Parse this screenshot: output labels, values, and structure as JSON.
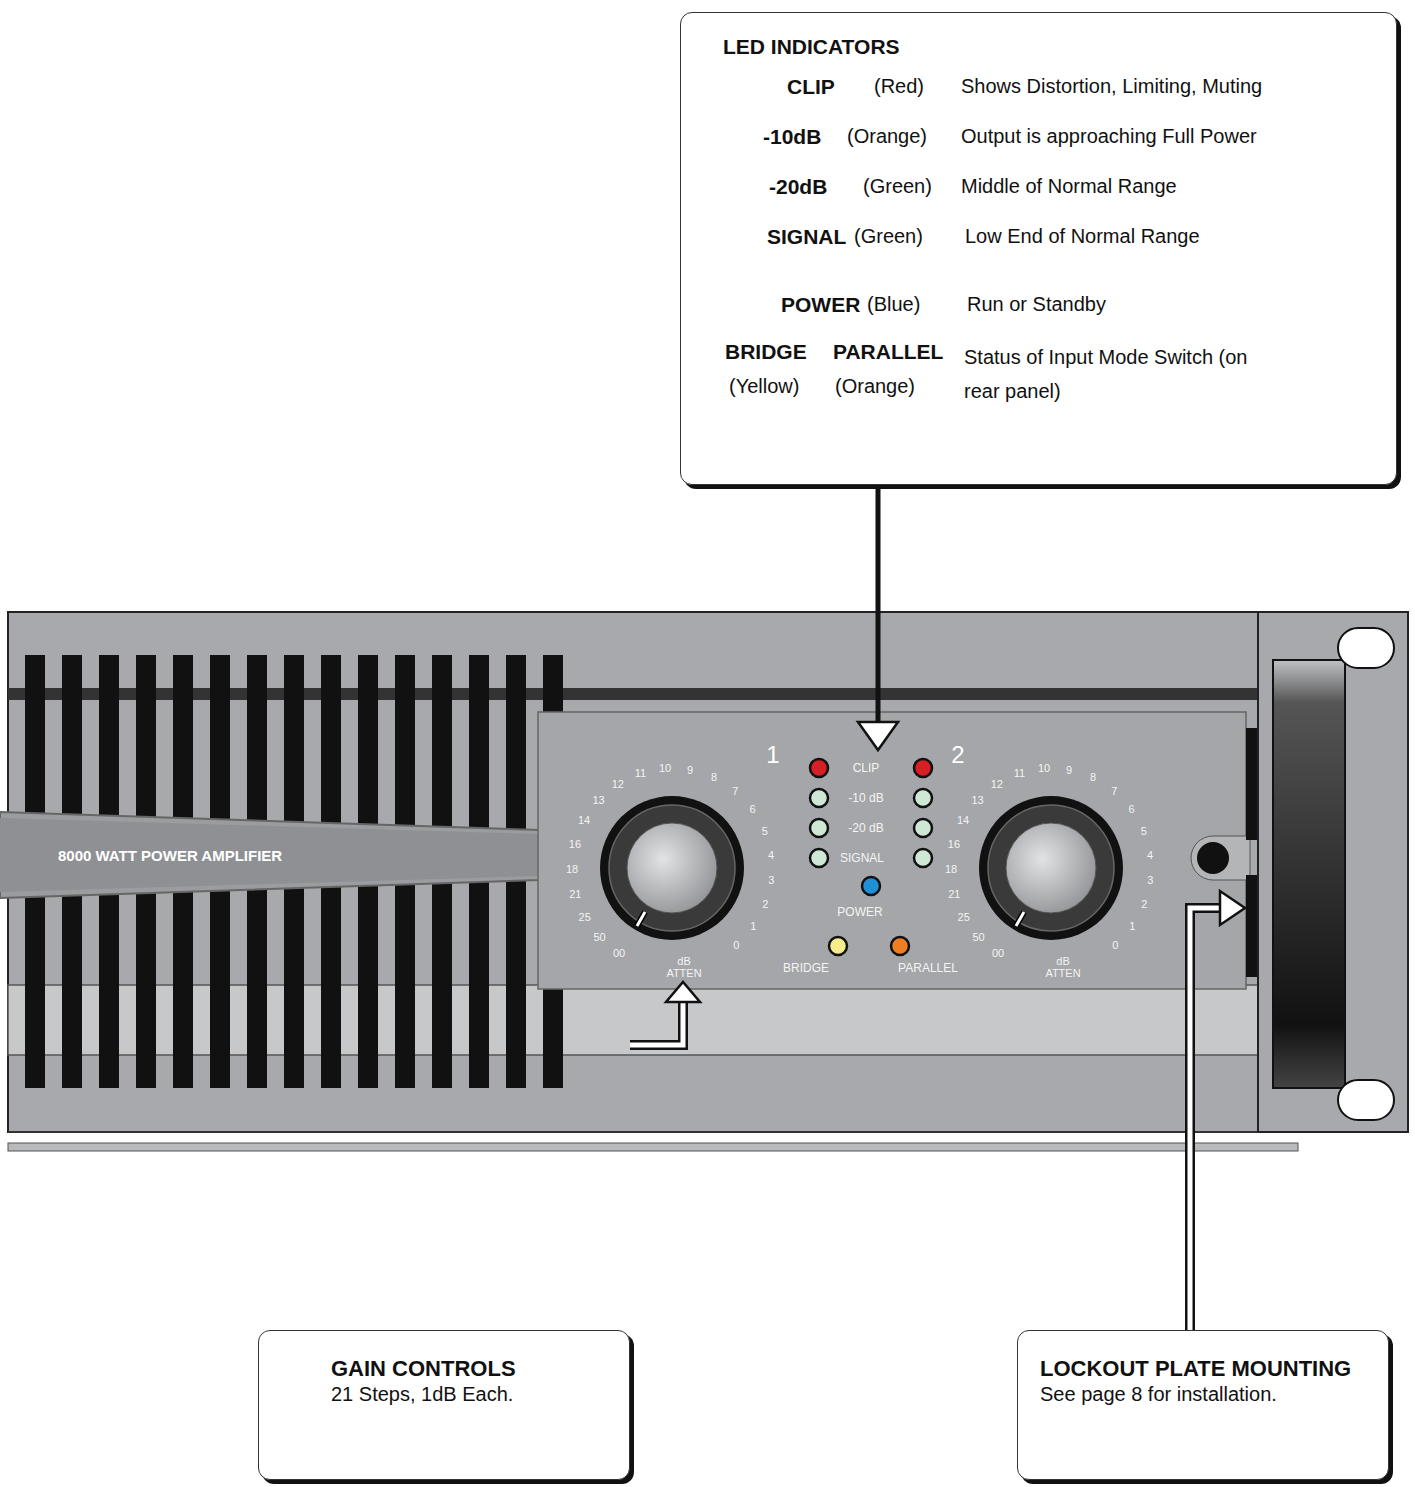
{
  "diagram": {
    "nodes": [
      {
        "text": [
          "LED INDICATORS",
          "CLIP",
          "(Red)",
          "Shows Distortion, Limiting, Muting",
          "-10dB",
          "(Orange)",
          "Output is approaching Full Power",
          "-20dB",
          "(Green)",
          "Middle of Normal Range",
          "SIGNAL",
          "(Green)",
          "Low End of Normal Range",
          "POWER",
          "(Blue)",
          "Run or Standby",
          "BRIDGE",
          "PARALLEL",
          "(Yellow)",
          "(Orange)",
          "Status of Input Mode Switch (on rear panel)"
        ]
      },
      {
        "text": [
          "GAIN CONTROLS",
          "21 Steps, 1dB Each."
        ]
      },
      {
        "text": [
          "LOCKOUT PLATE MOUNTING",
          "See page 8 for installation."
        ]
      }
    ],
    "labels": [
      "8000 WATT POWER AMPLIFIER",
      "1",
      "2",
      "CLIP",
      "-10 dB",
      "-20 dB",
      "SIGNAL",
      "POWER",
      "BRIDGE",
      "PARALLEL",
      "00",
      "50",
      "25",
      "21",
      "18",
      "16",
      "14",
      "13",
      "12",
      "11",
      "10",
      "9",
      "8",
      "7",
      "6",
      "5",
      "4",
      "3",
      "2",
      "1",
      "0",
      "dB ATTEN",
      "00",
      "50",
      "25",
      "21",
      "18",
      "16",
      "14",
      "13",
      "12",
      "11",
      "10",
      "9",
      "8",
      "7",
      "6",
      "5",
      "4",
      "3",
      "2",
      "1",
      "0",
      "dB ATTEN"
    ]
  }
}
